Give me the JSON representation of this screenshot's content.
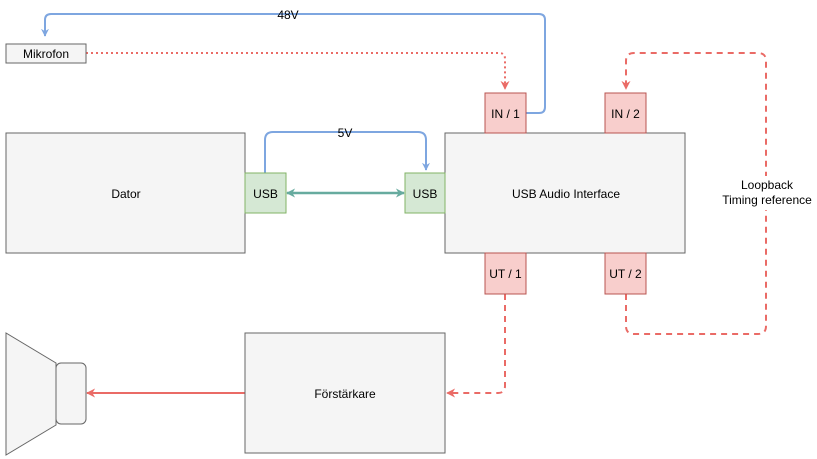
{
  "nodes": {
    "mikrofon": "Mikrofon",
    "dator": "Dator",
    "usb_left": "USB",
    "usb_right": "USB",
    "interface": "USB Audio Interface",
    "in1": "IN / 1",
    "in2": "IN / 2",
    "ut1": "UT / 1",
    "ut2": "UT / 2",
    "forstarkare": "Förstärkare"
  },
  "labels": {
    "phantom": "48V",
    "usb_power": "5V",
    "loopback_line1": "Loopback",
    "loopback_line2": "Timing reference"
  },
  "colors": {
    "box_fill": "#f5f5f5",
    "box_stroke": "#666666",
    "port_fill": "#f8cecc",
    "port_stroke": "#b85450",
    "usb_fill": "#d5e8d4",
    "usb_stroke": "#82b366",
    "blue_line": "#7ea6e0",
    "red_line": "#ea6b66",
    "green_line": "#67ab9f"
  }
}
